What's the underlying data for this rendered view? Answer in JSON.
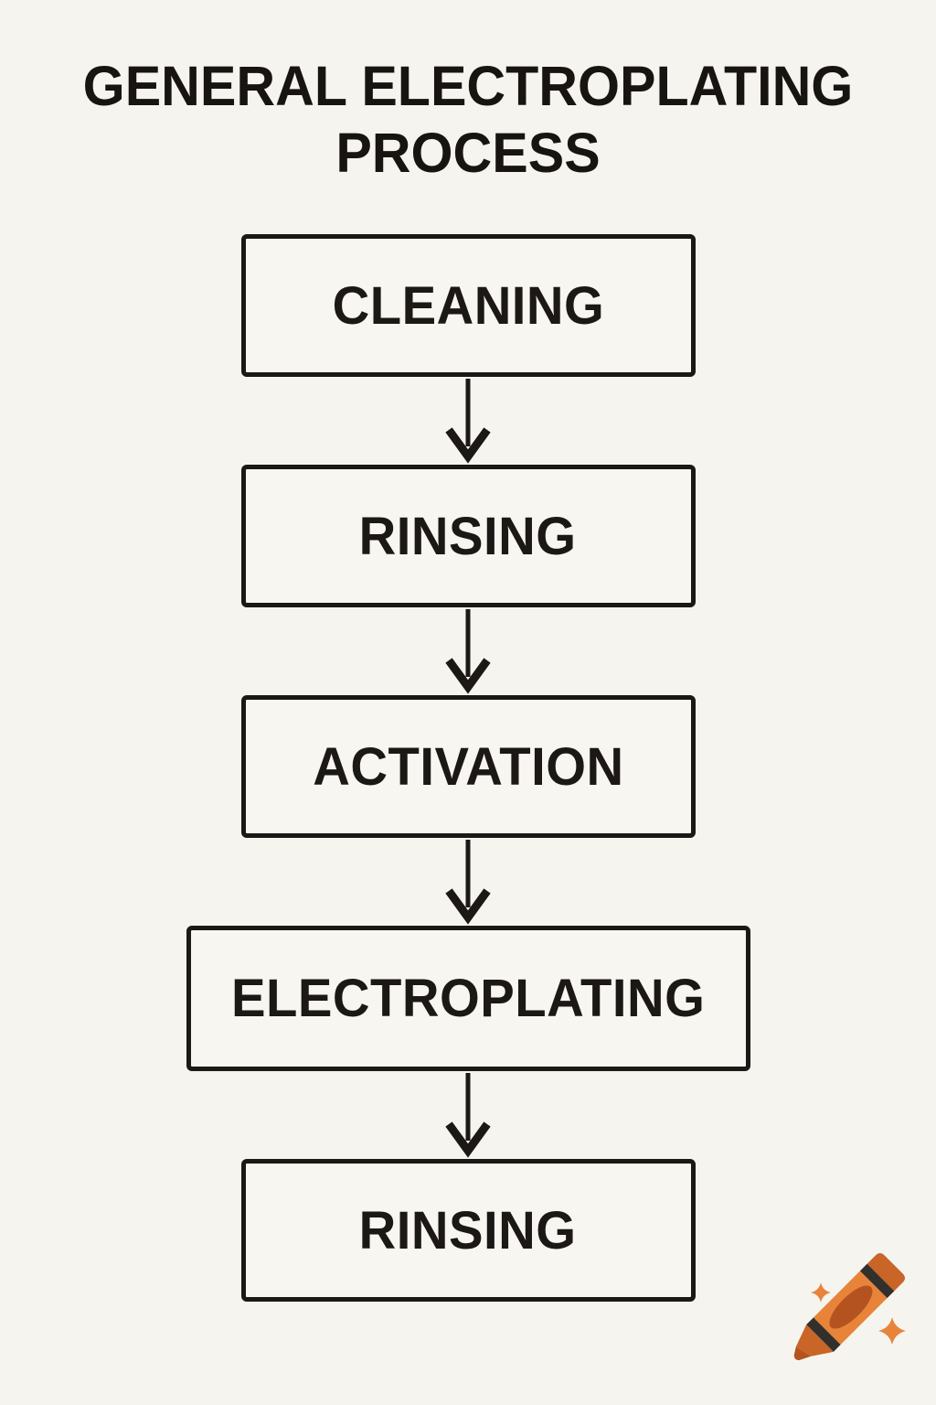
{
  "page": {
    "background_color": "#f6f4ef",
    "ink_color": "#1b1815"
  },
  "title": {
    "line1": "GENERAL ELECTROPLATING",
    "line2": "PROCESS"
  },
  "flow": {
    "steps": [
      {
        "label": "CLEANING"
      },
      {
        "label": "RINSING"
      },
      {
        "label": "ACTIVATION"
      },
      {
        "label": "ELECTROPLATING"
      },
      {
        "label": "RINSING"
      }
    ]
  },
  "logo": {
    "name": "crayon with sparkles",
    "colors": {
      "body": "#e8833a",
      "tip": "#c96527",
      "oval": "#b4531f",
      "band": "#33302b",
      "sparkle": "#e8833a"
    }
  }
}
